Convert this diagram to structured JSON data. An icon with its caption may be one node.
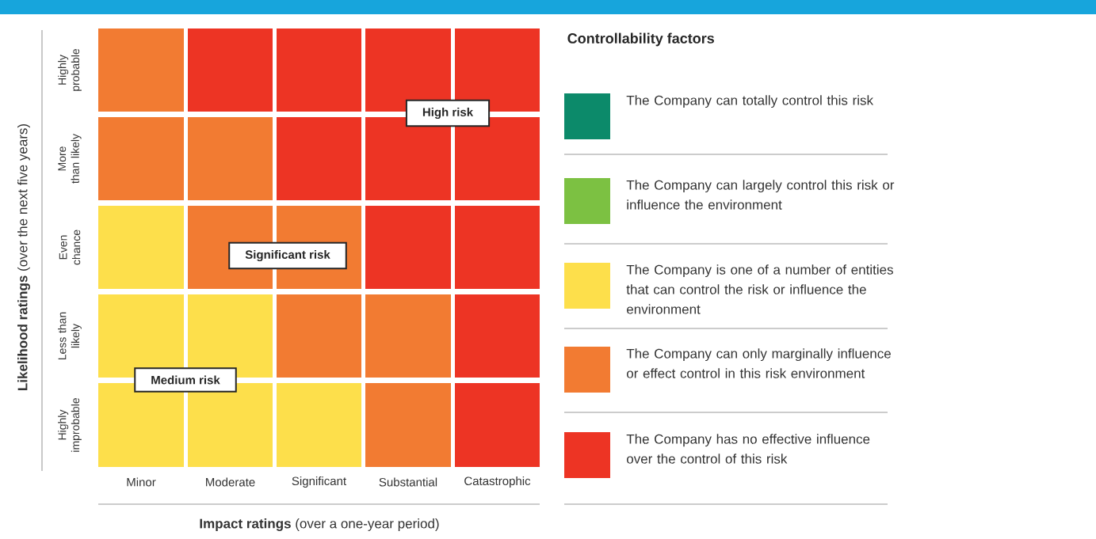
{
  "diagram": {
    "nodes": [
      {
        "text": [
          "High risk"
        ]
      },
      {
        "text": [
          "Significant risk"
        ]
      },
      {
        "text": [
          "Medium risk"
        ]
      }
    ],
    "labels": [
      "Highly probable",
      "More than likely",
      "Even chance",
      "Less than likely",
      "Highly improbable",
      "Minor",
      "Moderate",
      "Significant",
      "Substantial",
      "Catastrophic",
      "**Likelihood ratings** (over the next five years)",
      "**Impact ratings** (over a one-year period)",
      "Controllability factors"
    ],
    "legend": [
      {
        "text": "The Company can totally control this risk",
        "color": "#0c8a6a"
      },
      {
        "text": "The Company can largely control this risk or influence the environment",
        "color": "#7cc142"
      },
      {
        "text": "The Company is one of a number of entities that can control the risk or influence the environment",
        "color": "#fddf4b"
      },
      {
        "text": "The Company can only marginally influence or effect control in this risk environment",
        "color": "#f27b32"
      },
      {
        "text": "The Company has no effective influence over the control of this risk",
        "color": "#ed3424"
      }
    ]
  }
}
